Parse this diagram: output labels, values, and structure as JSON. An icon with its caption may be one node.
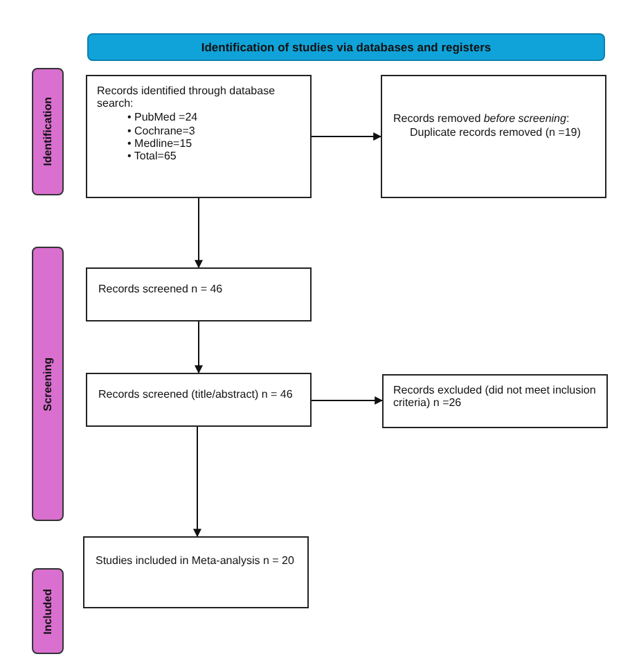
{
  "diagram": {
    "nodes": [
      {
        "text": [
          "Identification of studies via databases and registers"
        ]
      },
      {
        "text": [
          "Identification"
        ]
      },
      {
        "text": [
          "Screening"
        ]
      },
      {
        "text": [
          "Included"
        ]
      },
      {
        "text": [
          "Records identified through database search:",
          "• PubMed =24",
          "• Cochrane=3",
          "• Medline=15",
          "• Total=65"
        ]
      },
      {
        "text": [
          "Records removed *before screening*:",
          "Duplicate records removed (n =19)"
        ]
      },
      {
        "text": [
          "Records screened n = 46"
        ]
      },
      {
        "text": [
          "Records screened (title/abstract) n = 46"
        ]
      },
      {
        "text": [
          "Records excluded (did not meet inclusion criteria) n =26"
        ]
      },
      {
        "text": [
          "Studies included in Meta-analysis n = 20"
        ]
      }
    ],
    "edges": [
      {
        "from": 4,
        "to": 5,
        "arrow": "to"
      },
      {
        "from": 4,
        "to": 6,
        "arrow": "to"
      },
      {
        "from": 6,
        "to": 7,
        "arrow": "to"
      },
      {
        "from": 7,
        "to": 8,
        "arrow": "to"
      },
      {
        "from": 7,
        "to": 9,
        "arrow": "to"
      }
    ]
  }
}
